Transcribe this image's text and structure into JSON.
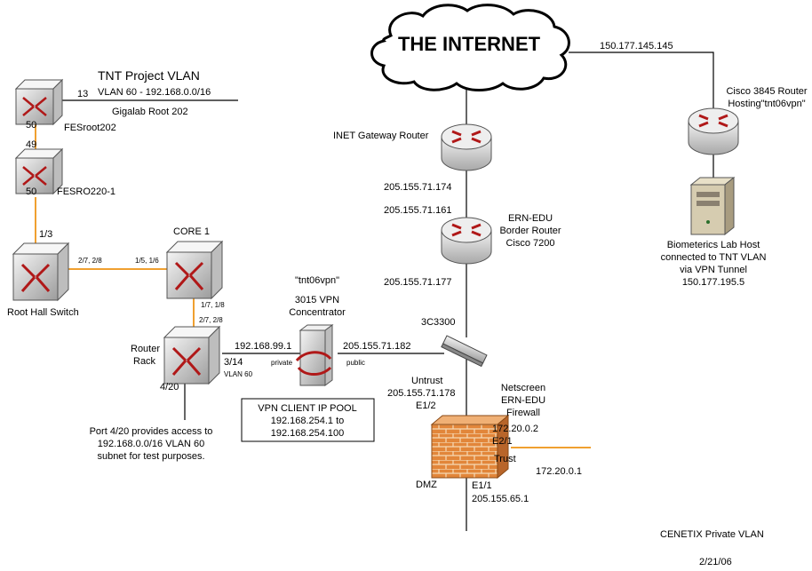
{
  "colors": {
    "orange_link": "#f0a030",
    "black_link": "#000000",
    "router_grey": "#d8d8d8",
    "router_arrow": "#b01818",
    "firewall_brick": "#e08a3c",
    "firewall_mortar": "#f4d6b0",
    "switch_grey": "#e6e6e6"
  },
  "internet": {
    "label": "THE INTERNET"
  },
  "tnt": {
    "title": "TNT Project VLAN",
    "vlan": "VLAN 60  - 192.168.0.0/16",
    "gigalab": "Gigalab Root 202"
  },
  "devices": {
    "fesroot202": {
      "name": "FESroot202",
      "port_right": "13",
      "port_bottom": "50",
      "icon": "switch-icon"
    },
    "fesro220": {
      "name": "FESRO220-1",
      "port_top": "49",
      "port_bottom": "50",
      "icon": "switch-icon"
    },
    "root_hall": {
      "name": "Root Hall Switch",
      "port_top": "1/3",
      "port_right": "2/7, 2/8",
      "icon": "switch-icon"
    },
    "core1": {
      "name": "CORE 1",
      "port_left": "1/5, 1/6",
      "port_bottom_a": "1/7, 1/8",
      "port_bottom_b": "2/7, 2/8",
      "icon": "switch-icon"
    },
    "router_rack": {
      "name_line1": "Router",
      "name_line2": "Rack",
      "port_right": "3/14",
      "port_right_vlan": "VLAN 60",
      "port_bottom": "4/20",
      "icon": "switch-icon"
    },
    "vpn_conc": {
      "name_line1": "\"tnt06vpn\"",
      "name_line2": "3015 VPN",
      "name_line3": "Concentrator",
      "ip_private": "192.168.99.1",
      "lbl_private": "private",
      "ip_public": "205.155.71.182",
      "lbl_public": "public",
      "icon": "vpn-concentrator-icon"
    },
    "inet_gw": {
      "name": "INET Gateway Router",
      "ip_below": "205.155.71.174",
      "icon": "router-icon"
    },
    "ern_border": {
      "ip_above": "205.155.71.161",
      "name_line1": "ERN-EDU",
      "name_line2": "Border Router",
      "name_line3": "Cisco 7200",
      "ip_below": "205.155.71.177",
      "icon": "router-icon"
    },
    "hub3c": {
      "name": "3C3300",
      "icon": "hub-icon"
    },
    "netscreen": {
      "name_line1": "Netscreen",
      "name_line2": "ERN-EDU",
      "name_line3": "Firewall",
      "untrust": "Untrust",
      "untrust_ip": "205.155.71.178",
      "e12": "E1/2",
      "trust_ip_a": "172.20.0.2",
      "e21": "E2/1",
      "trust": "Trust",
      "trust_ip_b": "172.20.0.1",
      "dmz": "DMZ",
      "e11": "E1/1",
      "dmz_ip": "205.155.65.1",
      "icon": "firewall-icon"
    },
    "cisco3845": {
      "ip_above": "150.177.145.145",
      "name_line1": "Cisco 3845 Router",
      "name_line2": "Hosting\"tnt06vpn\"",
      "icon": "router-icon"
    },
    "bio_host": {
      "line1": "Biometerics Lab Host",
      "line2": "connected to TNT VLAN",
      "line3": "via VPN Tunnel",
      "line4": "150.177.195.5",
      "icon": "server-icon"
    }
  },
  "vpn_pool": {
    "title": "VPN CLIENT IP POOL",
    "line1": "192.168.254.1 to",
    "line2": "192.168.254.100"
  },
  "port_note": {
    "line1": "Port 4/20 provides access to",
    "line2": "192.168.0.0/16 VLAN 60",
    "line3": "subnet for test purposes."
  },
  "cenetix": "CENETIX Private VLAN",
  "date": "2/21/06"
}
